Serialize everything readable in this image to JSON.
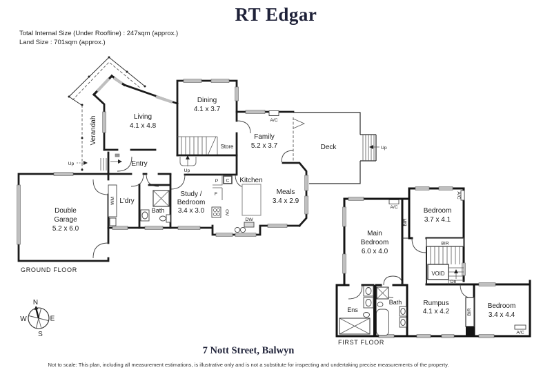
{
  "header": {
    "brand": "RT Edgar",
    "size_line1": "Total Internal Size (Under Roofline) : 247sqm (approx.)",
    "size_line2": "Land Size : 701sqm (approx.)"
  },
  "footer": {
    "address": "7 Nott Street, Balwyn",
    "disclaimer": "Not to scale: This plan, including all measurement estimations, is illustrative only and is not a substitute for inspecting and undertaking precise measurements of the property."
  },
  "compass": {
    "north": "N",
    "east": "E",
    "south": "S",
    "west": "W"
  },
  "labels": {
    "ac": "A/C",
    "bir": "BIR",
    "up": "Up",
    "dn": "Dn",
    "wm": "WM",
    "dw": "DW",
    "ov": "OV",
    "pantry": "P",
    "cupboard": "C",
    "fridge": "F",
    "store": "Store",
    "void": "VOID"
  },
  "ground_floor": {
    "title": "GROUND FLOOR",
    "living_name": "Living",
    "living_dims": "4.1 x 4.8",
    "dining_name": "Dining",
    "dining_dims": "4.1 x 3.7",
    "family_name": "Family",
    "family_dims": "5.2 x 3.7",
    "meals_name": "Meals",
    "meals_dims": "3.4 x 2.9",
    "study_name1": "Study /",
    "study_name2": "Bedroom",
    "study_dims": "3.4 x 3.0",
    "garage_name1": "Double",
    "garage_name2": "Garage",
    "garage_dims": "5.2 x 6.0",
    "kitchen": "Kitchen",
    "deck": "Deck",
    "verandah": "Verandah",
    "entry": "Entry",
    "ldry": "L'dry",
    "bath": "Bath"
  },
  "first_floor": {
    "title": "FIRST FLOOR",
    "main_name1": "Main",
    "main_name2": "Bedroom",
    "main_dims": "6.0 x 4.0",
    "bed2_name": "Bedroom",
    "bed2_dims": "3.7 x 4.1",
    "bed3_name": "Bedroom",
    "bed3_dims": "3.4 x 4.4",
    "rumpus_name": "Rumpus",
    "rumpus_dims": "4.1 x 4.2",
    "ens": "Ens",
    "bath": "Bath"
  }
}
